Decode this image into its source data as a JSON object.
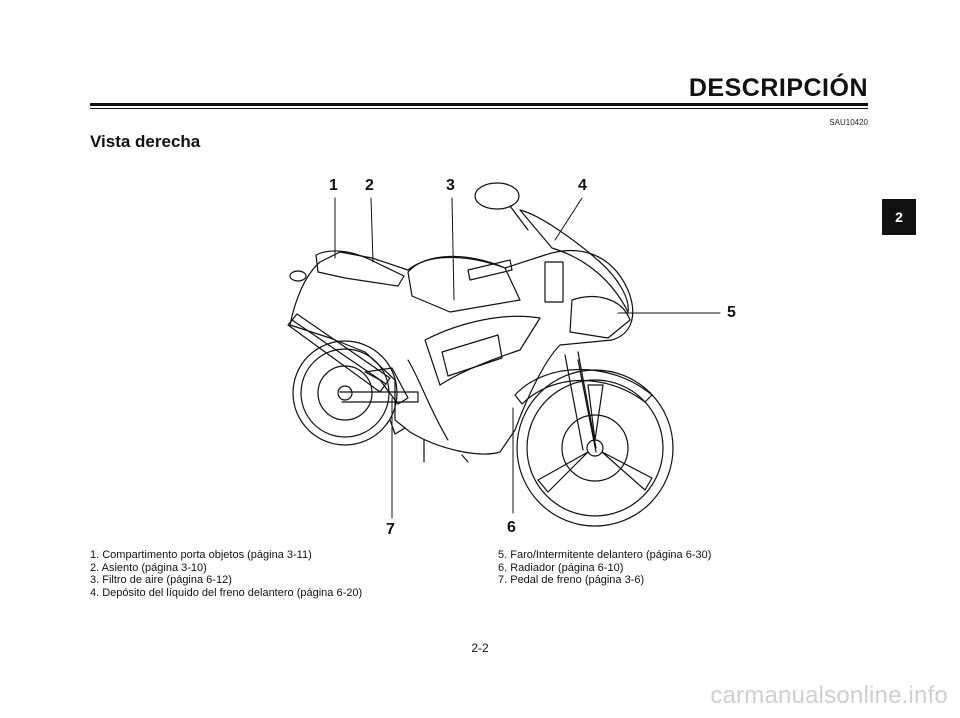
{
  "header": {
    "title": "DESCRIPCIÓN"
  },
  "ref_code": "SAU10420",
  "section_title": "Vista derecha",
  "chapter_tab": "2",
  "callouts": [
    "1",
    "2",
    "3",
    "4",
    "5",
    "6",
    "7"
  ],
  "legend": {
    "left": [
      "1. Compartimento porta objetos (página 3-11)",
      "2. Asiento (página 3-10)",
      "3. Filtro de aire (página 6-12)",
      "4. Depósito del líquido del freno delantero (página 6-20)"
    ],
    "right": [
      "5. Faro/Intermitente delantero (página 6-30)",
      "6. Radiador (página 6-10)",
      "7. Pedal de freno (página 3-6)"
    ]
  },
  "page_number": "2-2",
  "watermark": "carmanualsonline.info"
}
